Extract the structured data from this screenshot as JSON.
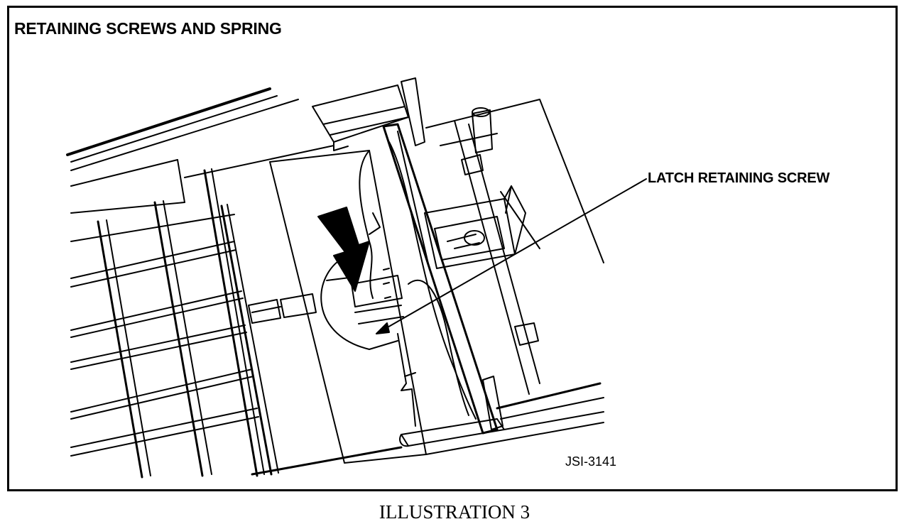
{
  "diagram": {
    "title": "RETAINING SCREWS AND SPRING",
    "callout_label": "LATCH RETAINING SCREW",
    "figure_id": "JSI-3141",
    "caption": "ILLUSTRATION 3"
  }
}
